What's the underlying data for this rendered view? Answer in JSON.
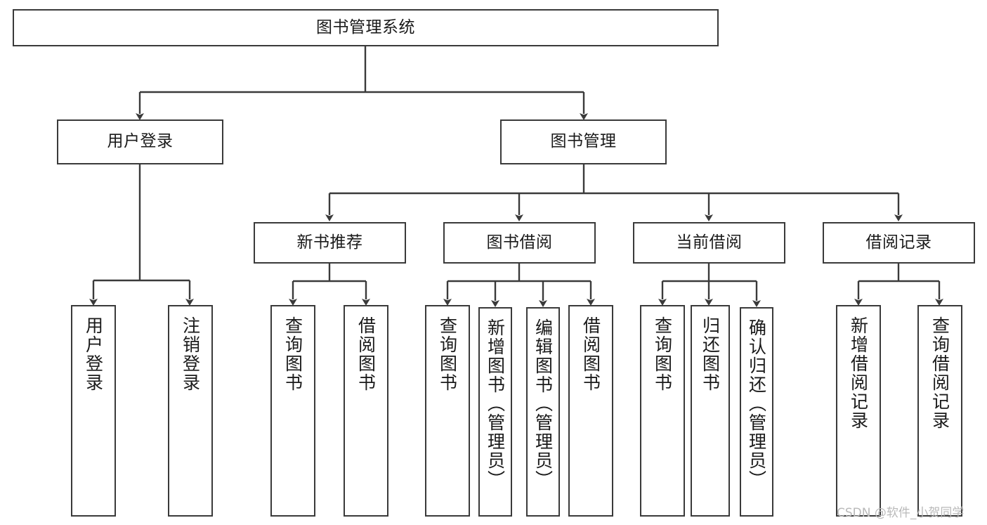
{
  "diagram": {
    "title": "图书管理系统",
    "type": "function-structure-tree",
    "root": {
      "id": "root",
      "label": "图书管理系统"
    },
    "level2": [
      {
        "id": "user-login",
        "label": "用户登录"
      },
      {
        "id": "book-management",
        "label": "图书管理"
      }
    ],
    "level3": [
      {
        "id": "new-book-recommend",
        "label": "新书推荐",
        "parent": "book-management"
      },
      {
        "id": "book-borrow",
        "label": "图书借阅",
        "parent": "book-management"
      },
      {
        "id": "current-borrow",
        "label": "当前借阅",
        "parent": "book-management"
      },
      {
        "id": "borrow-record",
        "label": "借阅记录",
        "parent": "book-management"
      }
    ],
    "leaves": {
      "user_login": [
        {
          "id": "leaf-user-login",
          "label": "用户登录"
        },
        {
          "id": "leaf-logout-login",
          "label": "注销登录"
        }
      ],
      "new_book_recommend": [
        {
          "id": "leaf-query-book-1",
          "label": "查询图书"
        },
        {
          "id": "leaf-borrow-book-1",
          "label": "借阅图书"
        }
      ],
      "book_borrow": [
        {
          "id": "leaf-query-book-2",
          "label": "查询图书"
        },
        {
          "id": "leaf-add-book",
          "label": "新增图书（管理员）"
        },
        {
          "id": "leaf-edit-book",
          "label": "编辑图书（管理员）"
        },
        {
          "id": "leaf-borrow-book-2",
          "label": "借阅图书"
        }
      ],
      "current_borrow": [
        {
          "id": "leaf-query-book-3",
          "label": "查询图书"
        },
        {
          "id": "leaf-return-book",
          "label": "归还图书"
        },
        {
          "id": "leaf-confirm-return",
          "label": "确认归还（管理员）"
        }
      ],
      "borrow_record": [
        {
          "id": "leaf-add-record",
          "label": "新增借阅记录"
        },
        {
          "id": "leaf-query-record",
          "label": "查询借阅记录"
        }
      ]
    },
    "watermark": "CSDN @软件_小贺同学",
    "colors": {
      "stroke": "#3a3a3a",
      "fill": "#ffffff",
      "text": "#1a1a1a",
      "watermark": "#b9b9b9"
    }
  }
}
